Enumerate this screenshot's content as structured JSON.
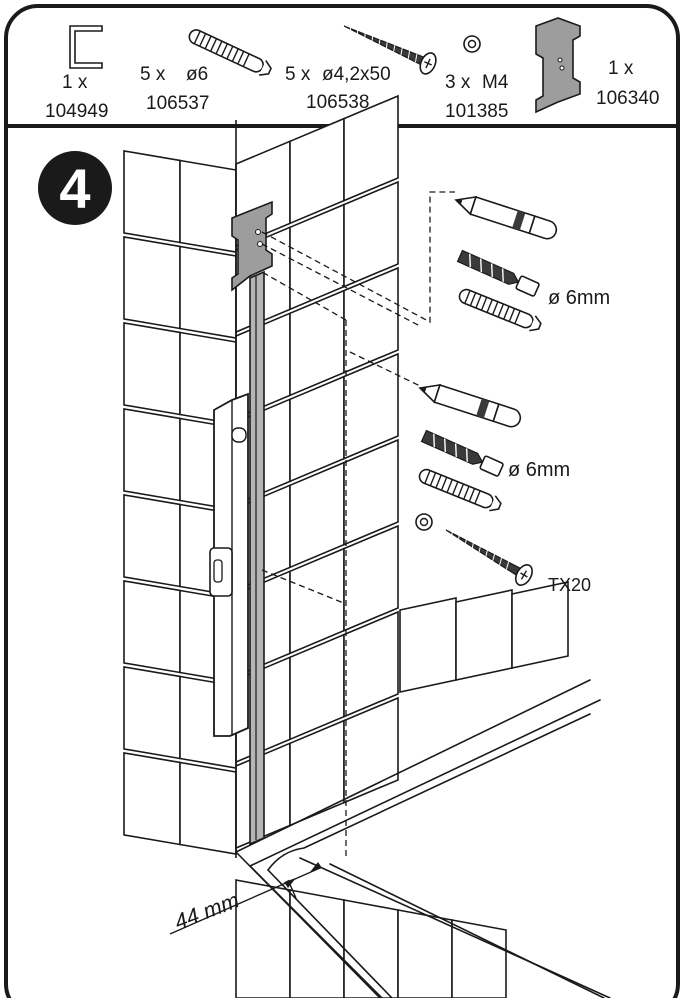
{
  "parts": [
    {
      "qty": "1 x",
      "code": "104949",
      "icon": "angle-profile-icon"
    },
    {
      "qty": "5 x",
      "spec": "ø6",
      "code": "106537",
      "icon": "wall-plug-icon"
    },
    {
      "qty": "5 x",
      "spec": "ø4,2x50",
      "code": "106538",
      "icon": "screw-icon"
    },
    {
      "qty": "3 x",
      "spec": "M4",
      "code": "101385",
      "icon": "washer-icon"
    },
    {
      "qty": "1 x",
      "code": "106340",
      "icon": "mounting-plate-icon"
    }
  ],
  "step": {
    "number": "4",
    "upper_drill_label": "ø 6mm",
    "lower_drill_label": "ø 6mm",
    "screwdriver_label": "TX20",
    "distance_label": "44 mm"
  },
  "colors": {
    "ink": "#1a1a1a",
    "plate": "#9d9d9d",
    "background": "#ffffff"
  }
}
